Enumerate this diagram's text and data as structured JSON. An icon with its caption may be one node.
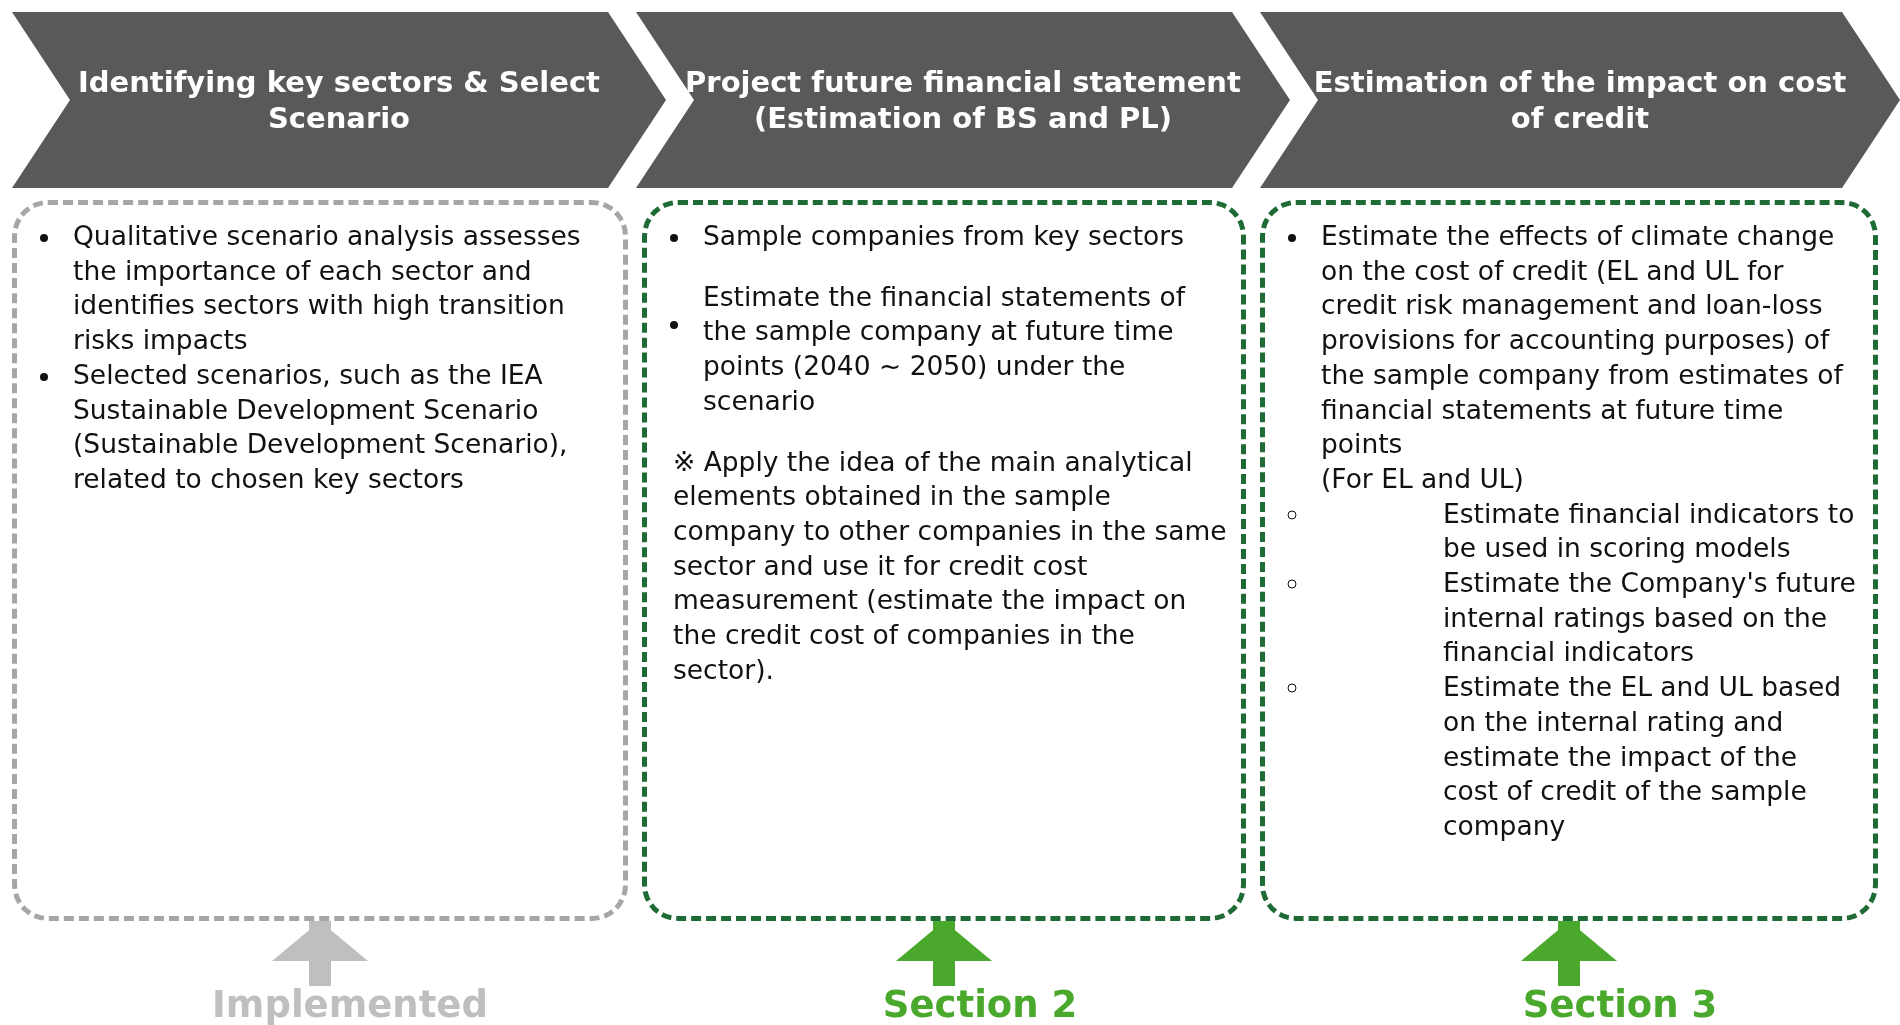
{
  "diagram": {
    "nodes": [
      {
        "text": [
          "Identifying key sectors & Select Scenario"
        ]
      },
      {
        "text": [
          "Project future financial statement (Estimation of BS and PL)"
        ]
      },
      {
        "text": [
          "Estimation of the impact on cost of credit"
        ]
      },
      {
        "text": [
          "Qualitative scenario analysis assesses the importance of each sector and identifies sectors with high transition risks impacts",
          "Selected scenarios, such as the IEA Sustainable Development Scenario (Sustainable Development Scenario), related to chosen key sectors"
        ]
      },
      {
        "text": [
          "Sample companies from key sectors",
          "Estimate the financial statements of the sample company at future time points (2040 ~ 2050) under the scenario",
          "※ Apply the idea of the main analytical elements obtained in the sample company to other companies in the same sector and use it for credit cost measurement (estimate the impact on the credit cost of companies in the sector)."
        ]
      },
      {
        "text": [
          "Estimate the effects of climate change on the cost of credit (EL and UL for credit risk management and loan-loss provisions for accounting purposes) of the sample company from estimates of financial statements at future time points",
          "(For EL and UL)",
          "Estimate financial indicators to be used in scoring models",
          "Estimate the Company's future internal ratings based on the financial indicators",
          "Estimate the EL and UL based on the internal rating and estimate the impact of the cost of credit of the sample company"
        ]
      },
      {
        "text": [
          "Implemented"
        ]
      },
      {
        "text": [
          "Section 2"
        ]
      },
      {
        "text": [
          "Section 3"
        ]
      }
    ],
    "edges": [
      {
        "from": 6,
        "to": 3,
        "arrow": "to",
        "color": "#bfbfbf"
      },
      {
        "from": 7,
        "to": 4,
        "arrow": "to"
      },
      {
        "from": 8,
        "to": 5,
        "arrow": "to"
      }
    ]
  }
}
